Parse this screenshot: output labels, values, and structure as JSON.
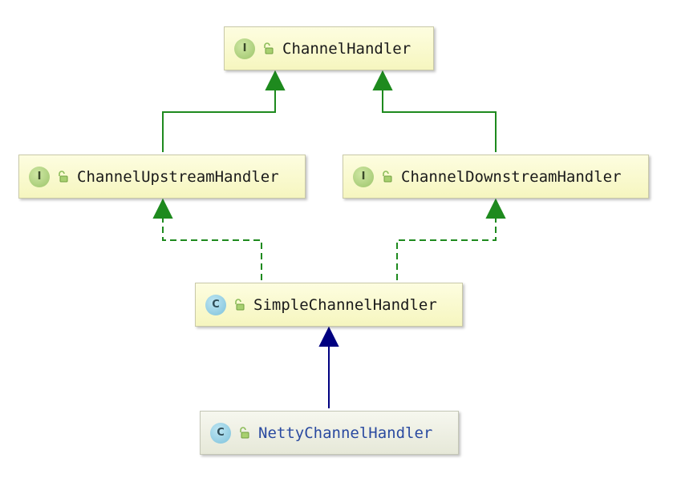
{
  "colors": {
    "implements": "#1e8a1e",
    "extends": "#000080"
  },
  "nodes": [
    {
      "id": "channel-handler",
      "kind": "I",
      "icon": "interface-icon",
      "label": "ChannelHandler"
    },
    {
      "id": "channel-upstream-handler",
      "kind": "I",
      "icon": "interface-icon",
      "label": "ChannelUpstreamHandler"
    },
    {
      "id": "channel-downstream-handler",
      "kind": "I",
      "icon": "interface-icon",
      "label": "ChannelDownstreamHandler"
    },
    {
      "id": "simple-channel-handler",
      "kind": "C",
      "icon": "class-icon",
      "label": "SimpleChannelHandler"
    },
    {
      "id": "netty-channel-handler",
      "kind": "C",
      "icon": "class-icon",
      "label": "NettyChannelHandler"
    }
  ],
  "edges": [
    {
      "from": "channel-upstream-handler",
      "to": "channel-handler",
      "type": "extends-interface"
    },
    {
      "from": "channel-downstream-handler",
      "to": "channel-handler",
      "type": "extends-interface"
    },
    {
      "from": "simple-channel-handler",
      "to": "channel-upstream-handler",
      "type": "implements"
    },
    {
      "from": "simple-channel-handler",
      "to": "channel-downstream-handler",
      "type": "implements"
    },
    {
      "from": "netty-channel-handler",
      "to": "simple-channel-handler",
      "type": "extends-class"
    }
  ]
}
